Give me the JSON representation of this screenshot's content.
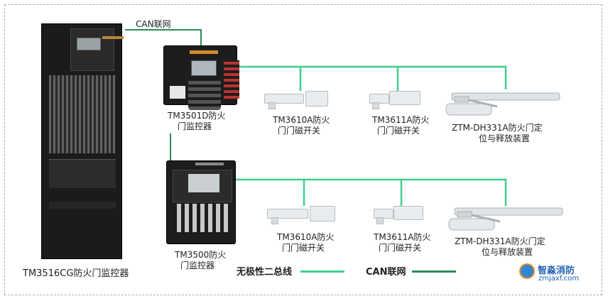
{
  "colors": {
    "bus_green": "#3ed08c",
    "can_green": "#2e8b57",
    "frame_border": "#9fb0c4",
    "watermark_blue": "#1e62b0"
  },
  "top_link": {
    "label": "CAN联网"
  },
  "devices": {
    "cabinet": {
      "label": "TM3516CG防火门监控器"
    },
    "monitor_1": {
      "label_line1": "TM3501D防火",
      "label_line2": "门监控器"
    },
    "monitor_2": {
      "label_line1": "TM3500防火",
      "label_line2": "门监控器"
    }
  },
  "row1": [
    {
      "line1": "TM3610A防火",
      "line2": "门门磁开关"
    },
    {
      "line1": "TM3611A防火",
      "line2": "门门磁开关"
    },
    {
      "line1": "ZTM-DH331A防火门定",
      "line2": "位与释放装置"
    }
  ],
  "row2": [
    {
      "line1": "TM3610A防火",
      "line2": "门门磁开关"
    },
    {
      "line1": "TM3611A防火",
      "line2": "门门磁开关"
    },
    {
      "line1": "ZTM-DH331A防火门定",
      "line2": "位与释放装置"
    }
  ],
  "legend": {
    "bus": {
      "label": "无极性二总线"
    },
    "can": {
      "label": "CAN联网"
    }
  },
  "watermark": {
    "name": "智淼消防",
    "url": "zmjaxf.com"
  }
}
